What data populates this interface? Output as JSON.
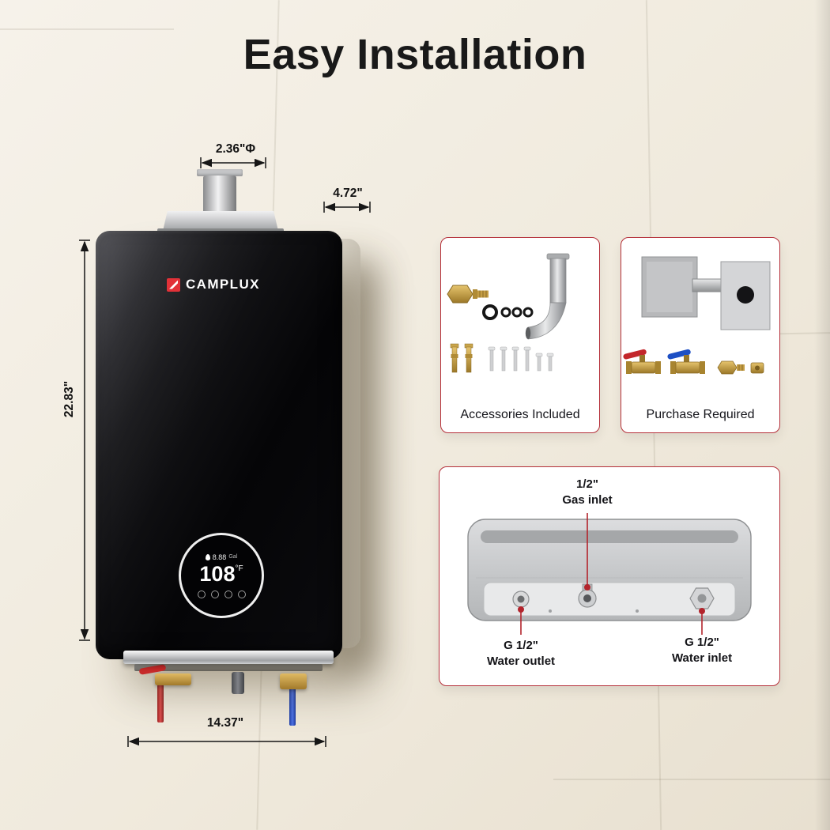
{
  "title": "Easy Installation",
  "heater": {
    "brand": "CAMPLUX",
    "display": {
      "flow_value": "8.88",
      "flow_unit": "Gal",
      "temp_value": "108",
      "temp_unit": "°F"
    }
  },
  "dimensions": {
    "top_diameter": "2.36\"Φ",
    "vent_clearance": "4.72\"",
    "height": "22.83\"",
    "width": "14.37\""
  },
  "panels": {
    "accessories_label": "Accessories Included",
    "purchase_label": "Purchase Required"
  },
  "connections": {
    "gas_inlet_size": "1/2\"",
    "gas_inlet_label": "Gas inlet",
    "water_outlet_size": "G 1/2\"",
    "water_outlet_label": "Water outlet",
    "water_inlet_size": "G 1/2\"",
    "water_inlet_label": "Water inlet"
  },
  "colors": {
    "accent_red": "#b3242c",
    "wall": "#f1ece2",
    "heater_black": "#0a0a0d",
    "brand_red": "#e23138"
  }
}
